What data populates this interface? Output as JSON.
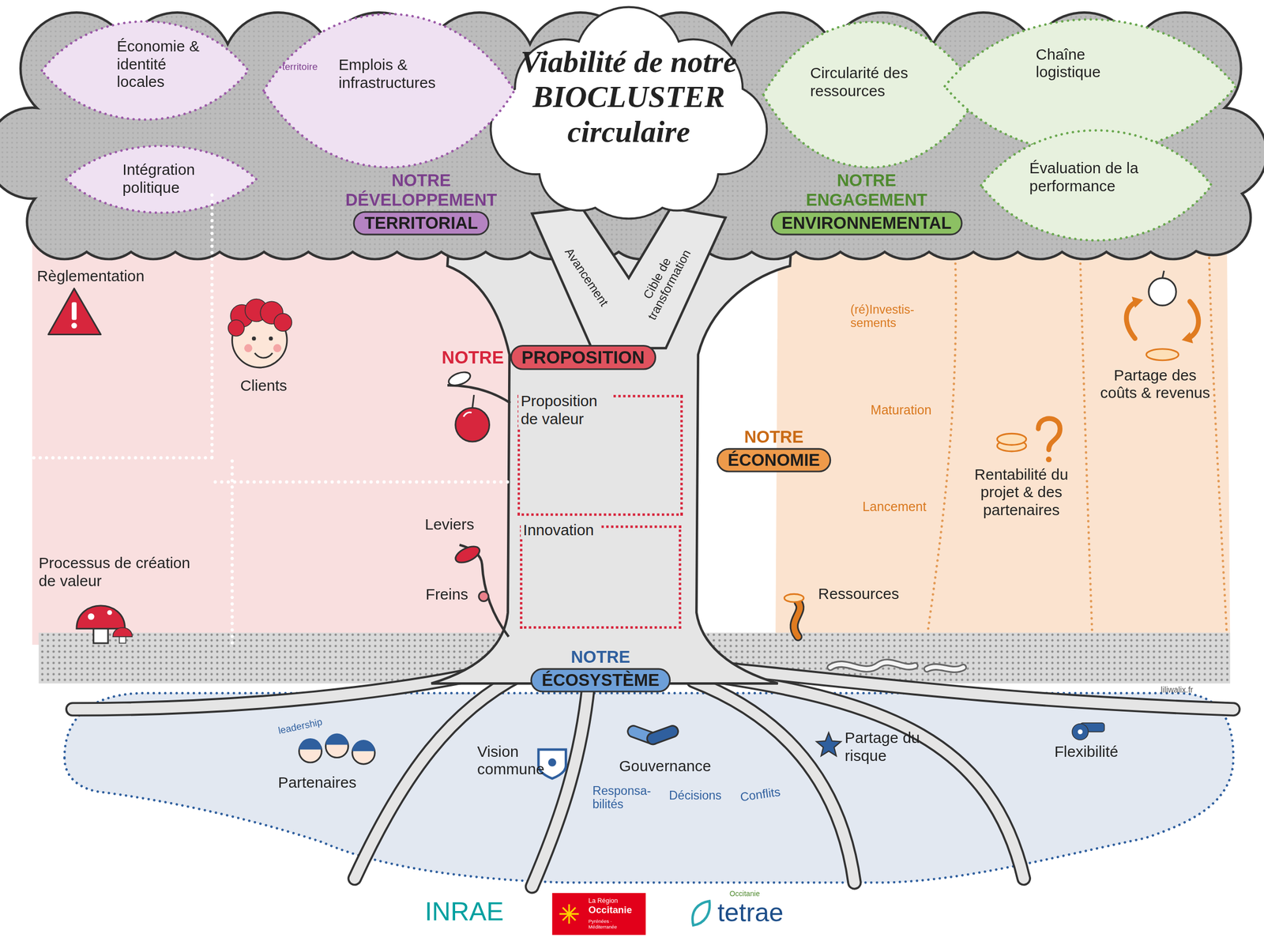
{
  "diagram": {
    "title": "Viabilité de notre BIOCLUSTER circulaire",
    "nodes": [
      {
        "text": [
          "Économie & identité locales"
        ]
      },
      {
        "text": [
          "Emplois & infrastructures",
          "territoire"
        ]
      },
      {
        "text": [
          "Intégration politique"
        ]
      },
      {
        "text": [
          "NOTRE DÉVELOPPEMENT",
          "TERRITORIAL"
        ]
      },
      {
        "text": [
          "Circularité des ressources"
        ]
      },
      {
        "text": [
          "Chaîne logistique"
        ]
      },
      {
        "text": [
          "Évaluation de la performance"
        ]
      },
      {
        "text": [
          "NOTRE ENGAGEMENT",
          "ENVIRONNEMENTAL"
        ]
      },
      {
        "text": [
          "Règlementation"
        ]
      },
      {
        "text": [
          "Clients"
        ]
      },
      {
        "text": [
          "Processus de création de valeur"
        ]
      },
      {
        "text": [
          "NOTRE",
          "PROPOSITION"
        ]
      },
      {
        "text": [
          "Proposition de valeur"
        ]
      },
      {
        "text": [
          "Innovation"
        ]
      },
      {
        "text": [
          "(ré)Investis- sements",
          "Maturation",
          "Lancement",
          "Ressources"
        ]
      },
      {
        "text": [
          "Rentabilité du projet & des partenaires"
        ]
      },
      {
        "text": [
          "Partage des coûts & revenus"
        ]
      },
      {
        "text": [
          "NOTRE",
          "ÉCONOMIE"
        ]
      },
      {
        "text": [
          "NOTRE",
          "ÉCOSYSTÈME"
        ]
      },
      {
        "text": [
          "leadership",
          "Partenaires",
          "Vision commune",
          "Gouvernance",
          "Responsa- bilités",
          "Décisions",
          "Conflits",
          "Partage du risque",
          "Flexibilité"
        ]
      }
    ],
    "labels": [
      "Avancement",
      "Cible de transformation",
      "Leviers",
      "Freins",
      "liliwalix.fr",
      "INRAE",
      "La Région",
      "Occitanie",
      "Pyrénées · Méditerranée",
      "Occitanie",
      "tetrae"
    ]
  }
}
